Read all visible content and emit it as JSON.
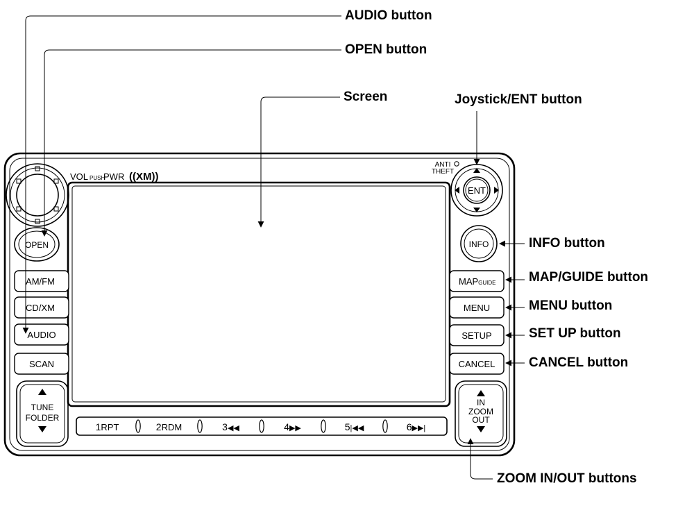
{
  "callouts": {
    "audio": "AUDIO button",
    "open": "OPEN button",
    "screen": "Screen",
    "joystick": "Joystick/ENT button",
    "info": "INFO button",
    "map_guide": "MAP/GUIDE button",
    "menu": "MENU button",
    "setup": "SET UP button",
    "cancel": "CANCEL button",
    "zoom": "ZOOM IN/OUT buttons"
  },
  "panel": {
    "vol_label": {
      "vol": "VOL",
      "push": "PUSH",
      "pwr": "PWR"
    },
    "xm_logo": "((XM))",
    "anti_theft": [
      "ANTI",
      "THEFT"
    ],
    "left_buttons": {
      "open": "OPEN",
      "amfm": "AM/FM",
      "cdxm": "CD/XM",
      "audio": "AUDIO",
      "scan": "SCAN",
      "tune_folder": [
        "TUNE",
        "FOLDER"
      ]
    },
    "right_buttons": {
      "ent": "ENT",
      "info": "INFO",
      "map": "MAP",
      "guide": "GUIDE",
      "menu": "MENU",
      "setup": "SETUP",
      "cancel": "CANCEL",
      "zoom": [
        "IN",
        "ZOOM",
        "OUT"
      ]
    },
    "presets": [
      {
        "num": "1",
        "label": "RPT"
      },
      {
        "num": "2",
        "label": "RDM"
      },
      {
        "num": "3",
        "label": "◀◀"
      },
      {
        "num": "4",
        "label": "▶▶"
      },
      {
        "num": "5",
        "label": "|◀◀"
      },
      {
        "num": "6",
        "label": "▶▶|"
      }
    ]
  },
  "colors": {
    "line": "#000000",
    "background": "#ffffff"
  }
}
